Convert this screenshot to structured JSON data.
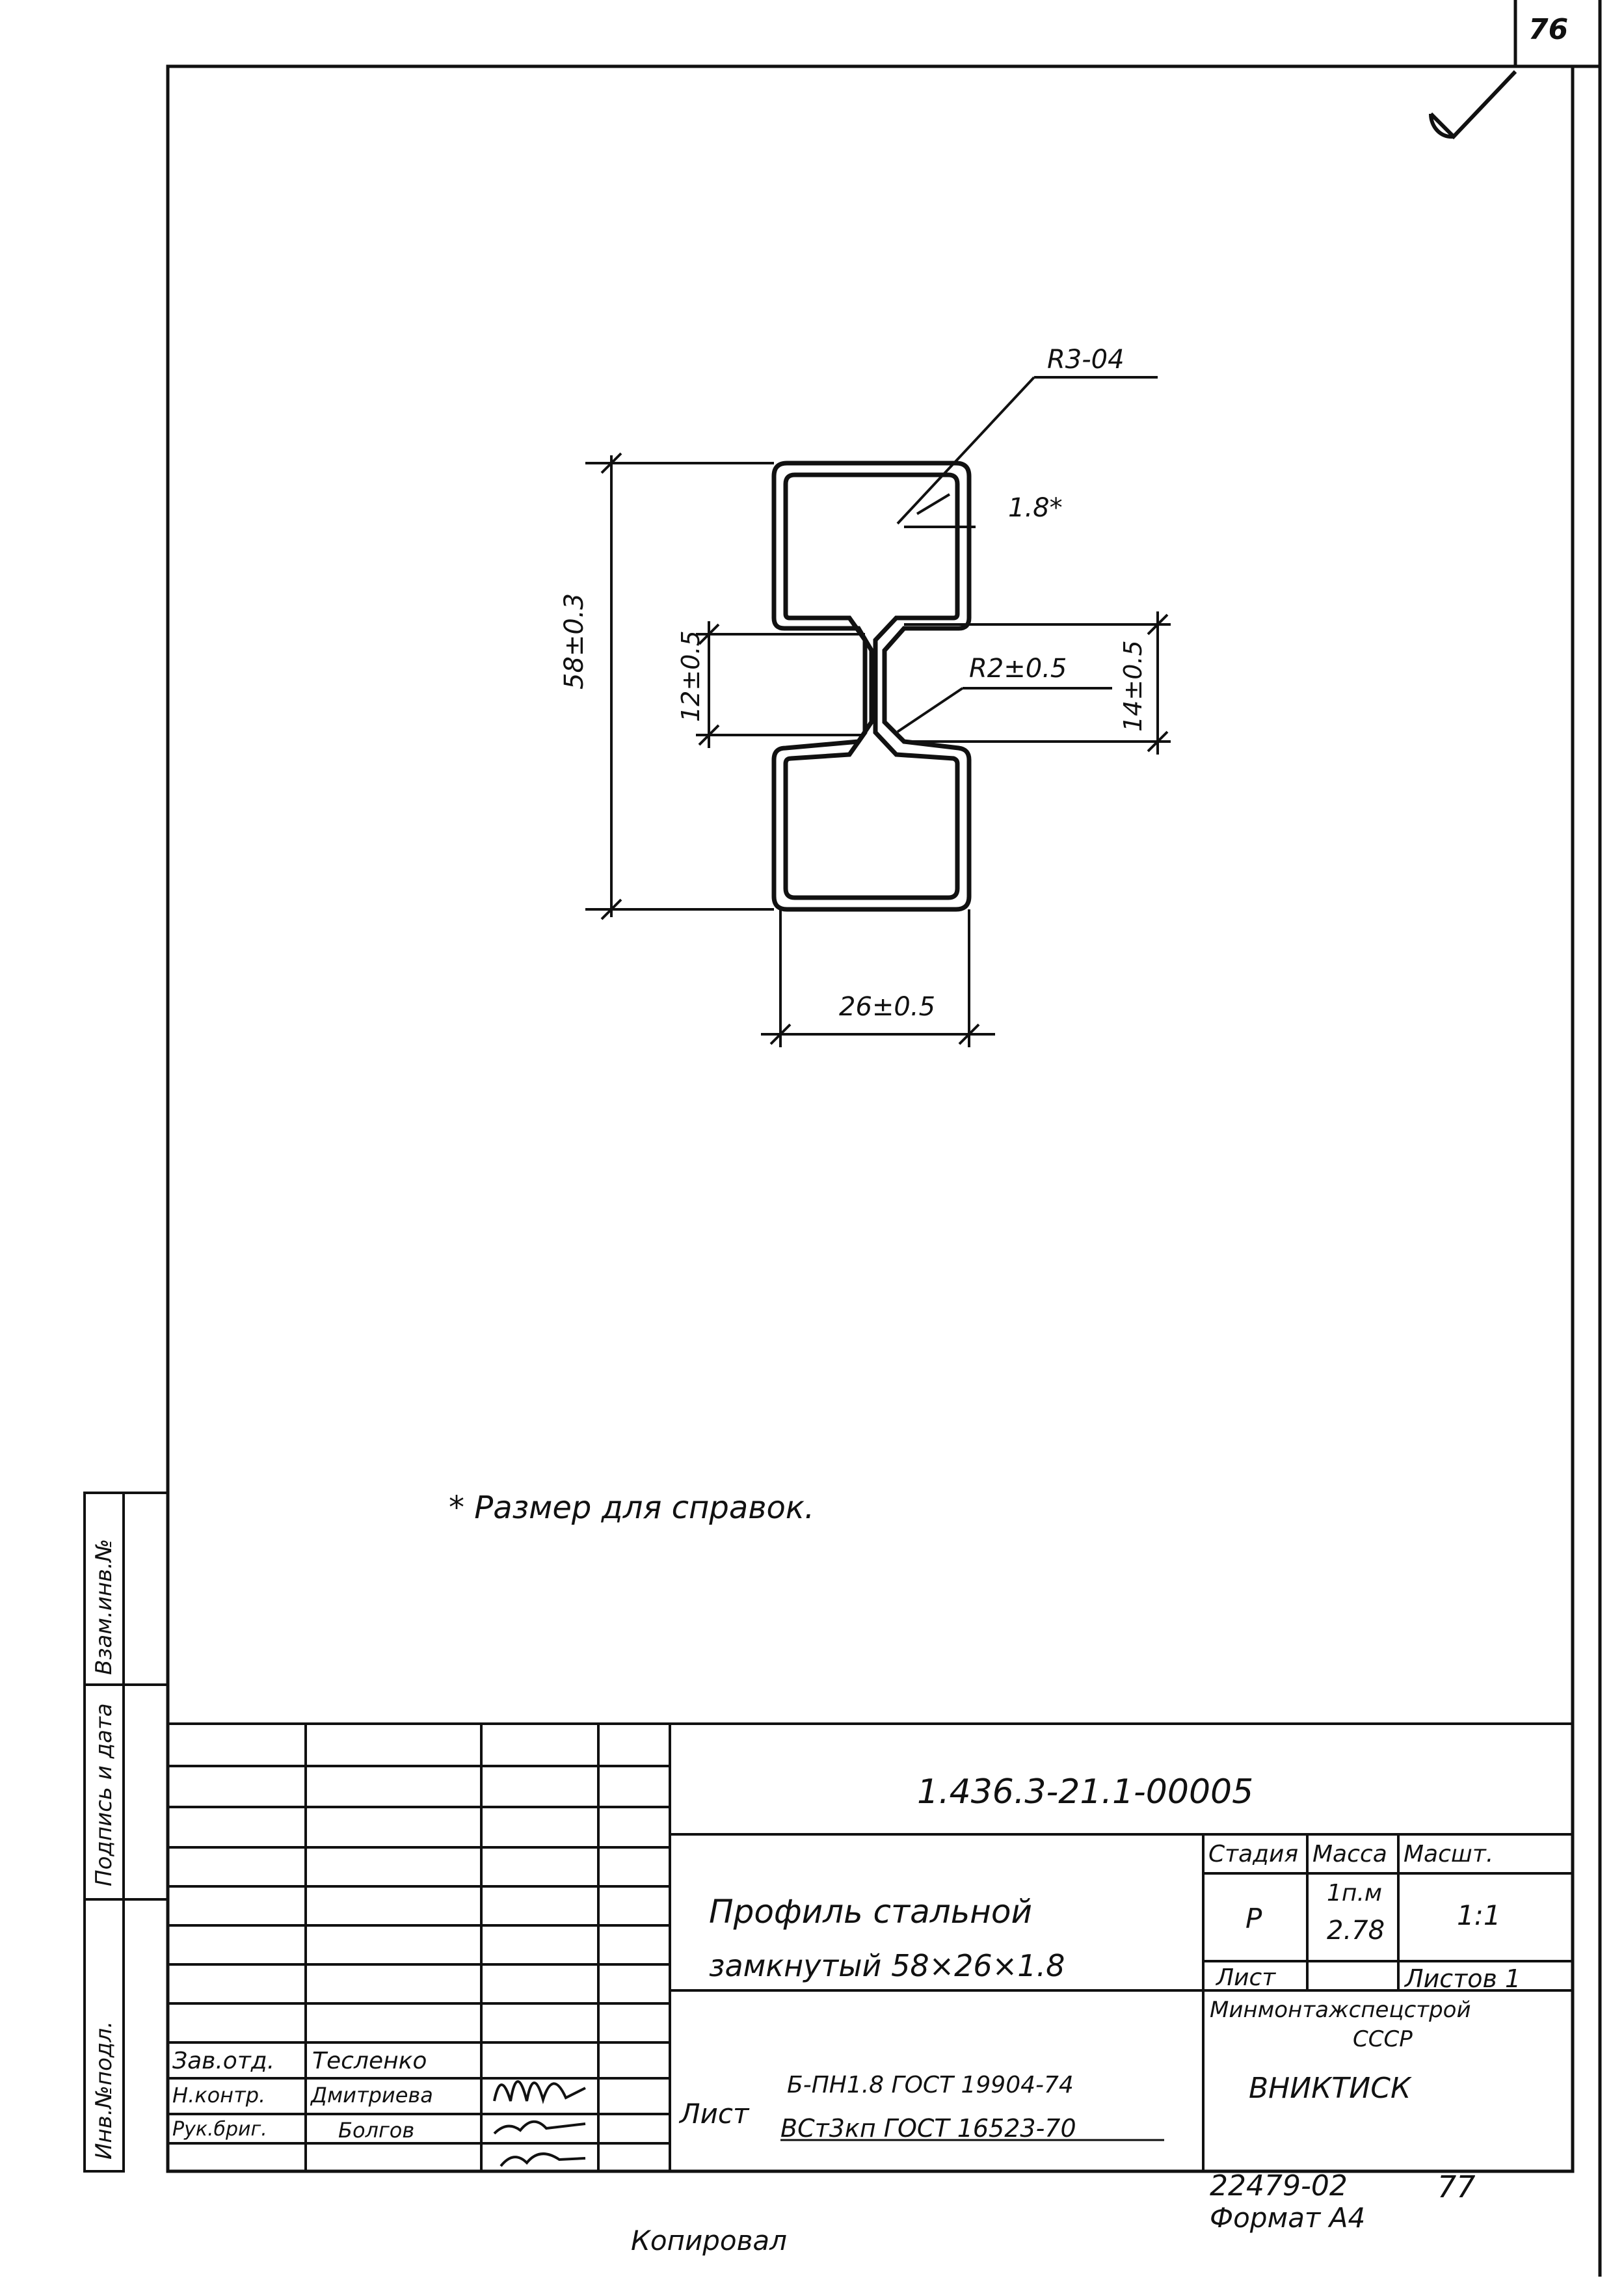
{
  "sheet_number": "76",
  "drawing": {
    "dim_radius_corner": "R3-04",
    "dim_thickness": "1.8*",
    "dim_height": "58±0.3",
    "dim_left_gap": "12±0.5",
    "dim_inner_radius": "R2±0.5",
    "dim_right_gap": "14±0.5",
    "dim_width": "26±0.5"
  },
  "note": "* Размер для справок.",
  "side_stamp": {
    "inv_orig": "Инв.№подл.",
    "sign_date": "Подпись и дата",
    "vzam_inv": "Взам.инв.№"
  },
  "title_block": {
    "code": "1.436.3-21.1-00005",
    "name_line1": "Профиль стальной",
    "name_line2": "замкнутый 58×26×1.8",
    "col_stage": "Стадия",
    "col_mass": "Масса",
    "col_scale": "Масшт.",
    "stage": "Р",
    "mass_unit": "1п.м",
    "mass": "2.78",
    "scale": "1:1",
    "sheet_label": "Лист",
    "sheets_label": "Листов 1",
    "material_prefix": "Лист",
    "material_top": "Б-ПН1.8 ГОСТ 19904-74",
    "material_bottom": "ВСт3кп ГОСТ 16523-70",
    "org_line1": "Минмонтажспецстрой",
    "org_line2": "СССР",
    "org_line3": "ВНИКТИСК",
    "roles": [
      {
        "role": "Зав.отд.",
        "name": "Тесленко"
      },
      {
        "role": "Н.контр.",
        "name": "Дмитриева"
      },
      {
        "role": "Рук.бриг.",
        "name": "Болгов"
      }
    ]
  },
  "footer": {
    "copied": "Копировал",
    "archive": "22479-02",
    "page": "77",
    "format": "Формат А4"
  }
}
